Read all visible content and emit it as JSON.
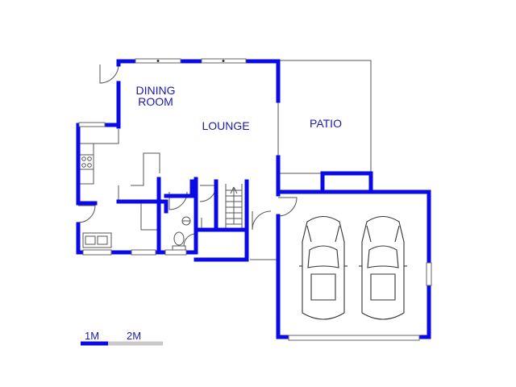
{
  "rooms": {
    "dining_room_line1": "DINING",
    "dining_room_line2": "ROOM",
    "lounge": "LOUNGE",
    "patio": "PATIO"
  },
  "scale_bar": {
    "label_1": "1M",
    "label_2": "2M"
  },
  "colors": {
    "wall": "#0a0ae6",
    "label": "#1a1aa6",
    "scale_bar_secondary": "#c8c8c8"
  }
}
